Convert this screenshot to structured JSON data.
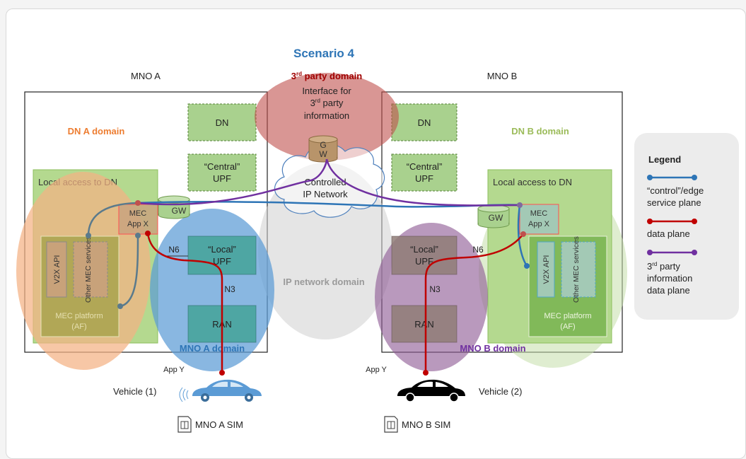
{
  "title": "Scenario 4",
  "mno_a": {
    "label": "MNO A",
    "domain": "MNO A domain",
    "sim": "MNO A SIM",
    "dn": "DN",
    "central_upf_1": "“Central”",
    "central_upf_2": "UPF",
    "local_upf_1": "“Local”",
    "local_upf_2": "UPF",
    "ran": "RAN",
    "n6": "N6",
    "n3": "N3"
  },
  "mno_b": {
    "label": "MNO B",
    "domain": "MNO B domain",
    "sim": "MNO B SIM",
    "dn": "DN",
    "central_upf_1": "“Central”",
    "central_upf_2": "UPF",
    "local_upf_1": "“Local”",
    "local_upf_2": "UPF",
    "ran": "RAN",
    "n6": "N6",
    "n3": "N3"
  },
  "dn_a": {
    "domain": "DN A domain",
    "local_access": "Local access to DN",
    "gw": "GW",
    "mec_app_1": "MEC",
    "mec_app_2": "App X",
    "v2x_api": "V2X API",
    "other_mec": "Other MEC services",
    "platform_1": "MEC platform",
    "platform_2": "(AF)"
  },
  "dn_b": {
    "domain": "DN B domain",
    "local_access": "Local access to DN",
    "gw": "GW",
    "mec_app_1": "MEC",
    "mec_app_2": "App X",
    "v2x_api": "V2X API",
    "other_mec": "Other MEC services",
    "platform_1": "MEC platform",
    "platform_2": "(AF)"
  },
  "third_party": {
    "domain_sup": "rd",
    "domain": "3 party domain",
    "if_1": "Interface for",
    "if_2_sup": "rd",
    "if_2": "3 party",
    "if_3": "information",
    "gw_1": "G",
    "gw_2": "W"
  },
  "ip_network": {
    "cloud_1": "Controlled",
    "cloud_2": "IP Network",
    "domain": "IP network domain"
  },
  "vehicles": {
    "v1": "Vehicle (1)",
    "v2": "Vehicle (2)",
    "app_y_1": "App Y",
    "app_y_2": "App Y"
  },
  "legend": {
    "title": "Legend",
    "control_1": "“control”/edge",
    "control_2": "service plane",
    "data": "data plane",
    "third_1": "3",
    "third_sup": "rd",
    "third_1b": " party",
    "third_2": "information",
    "third_3": "data plane"
  },
  "colors": {
    "control": "#2e75b6",
    "data": "#c00000",
    "third": "#7030a0",
    "dn_a": "#ed7d31",
    "mno_a": "#2e75b6",
    "dn_b": "#9bbb59",
    "mno_b": "#7f3f86"
  }
}
